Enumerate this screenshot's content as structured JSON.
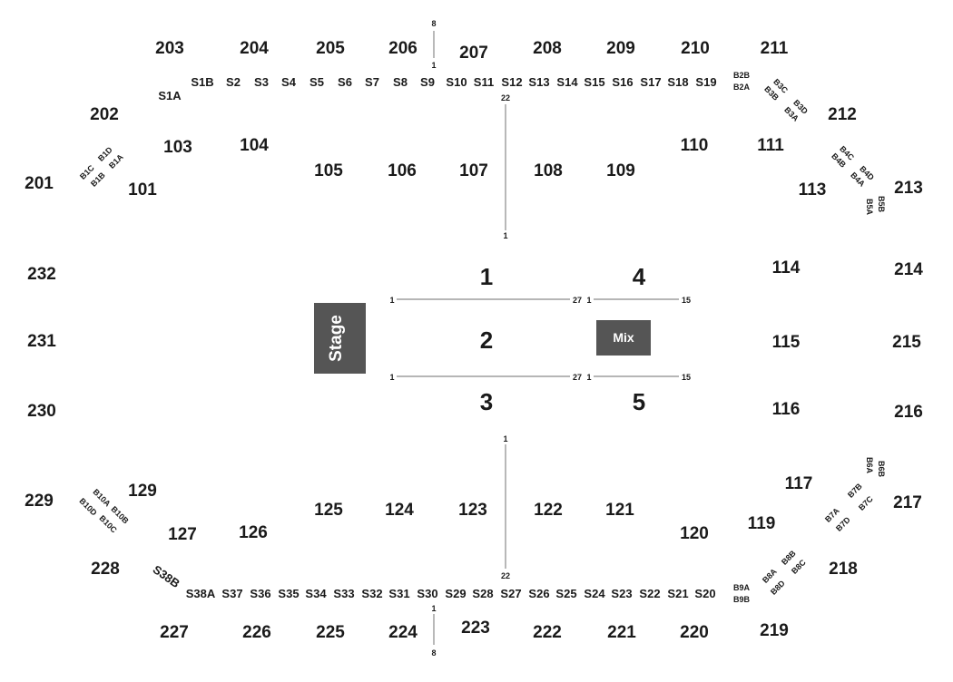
{
  "upper_sections": [
    "201",
    "202",
    "203",
    "204",
    "205",
    "206",
    "207",
    "208",
    "209",
    "210",
    "211",
    "212",
    "213",
    "214",
    "215",
    "216",
    "217",
    "218",
    "219",
    "220",
    "221",
    "222",
    "223",
    "224",
    "225",
    "226",
    "227",
    "228",
    "229",
    "230",
    "231",
    "232"
  ],
  "lower_sections": [
    "101",
    "103",
    "104",
    "105",
    "106",
    "107",
    "108",
    "109",
    "110",
    "111",
    "113",
    "114",
    "115",
    "116",
    "117",
    "119",
    "120",
    "121",
    "122",
    "123",
    "124",
    "125",
    "126",
    "127",
    "129"
  ],
  "suites_top": [
    "S1A",
    "S1B",
    "S2",
    "S3",
    "S4",
    "S5",
    "S6",
    "S7",
    "S8",
    "S9",
    "S10",
    "S11",
    "S12",
    "S13",
    "S14",
    "S15",
    "S16",
    "S17",
    "S18",
    "S19"
  ],
  "suites_bottom": [
    "S38B",
    "S38A",
    "S37",
    "S36",
    "S35",
    "S34",
    "S33",
    "S32",
    "S31",
    "S30",
    "S29",
    "S28",
    "S27",
    "S26",
    "S25",
    "S24",
    "S23",
    "S22",
    "S21",
    "S20"
  ],
  "boxes": [
    "B1C",
    "B1D",
    "B1B",
    "B1A",
    "B2B",
    "B2A",
    "B3C",
    "B3B",
    "B3D",
    "B3A",
    "B4C",
    "B4B",
    "B4D",
    "B4A",
    "B5B",
    "B5A",
    "B6B",
    "B6A",
    "B7B",
    "B7A",
    "B7C",
    "B7D",
    "B8B",
    "B8A",
    "B8C",
    "B8D",
    "B9A",
    "B9B",
    "B10A",
    "B10D",
    "B10B",
    "B10C"
  ],
  "floor_sections": [
    "1",
    "2",
    "3",
    "4",
    "5"
  ],
  "stage_label": "Stage",
  "mix_label": "Mix",
  "row_labels": {
    "aisle_top_upper": "8",
    "aisle_top_lower": "1",
    "aisle_bottom_upper": "1",
    "aisle_bottom_lower": "8",
    "center_top_start": "22",
    "center_top_end": "1",
    "center_bottom_start": "1",
    "center_bottom_end": "22",
    "floor_left_start": "1",
    "floor_left_end": "27",
    "floor_right_start": "1",
    "floor_right_end": "15"
  },
  "colors": {
    "label": "#1a1a1a",
    "block": "#555555",
    "line": "#8a8a8a"
  }
}
